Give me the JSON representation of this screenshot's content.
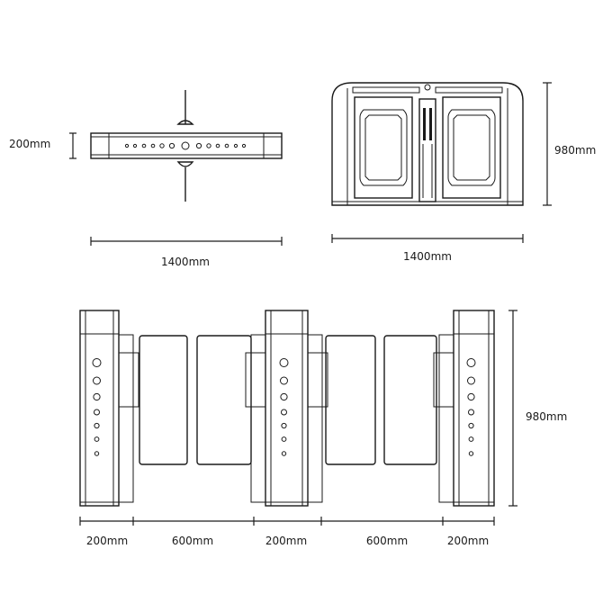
{
  "top_view": {
    "width_label": "1400mm",
    "depth_label": "200mm"
  },
  "front_view": {
    "width_label": "1400mm",
    "height_label": "980mm"
  },
  "side_view": {
    "height_label": "980mm",
    "segments": [
      {
        "label": "200mm"
      },
      {
        "label": "600mm"
      },
      {
        "label": "200mm"
      },
      {
        "label": "600mm"
      },
      {
        "label": "200mm"
      }
    ]
  }
}
